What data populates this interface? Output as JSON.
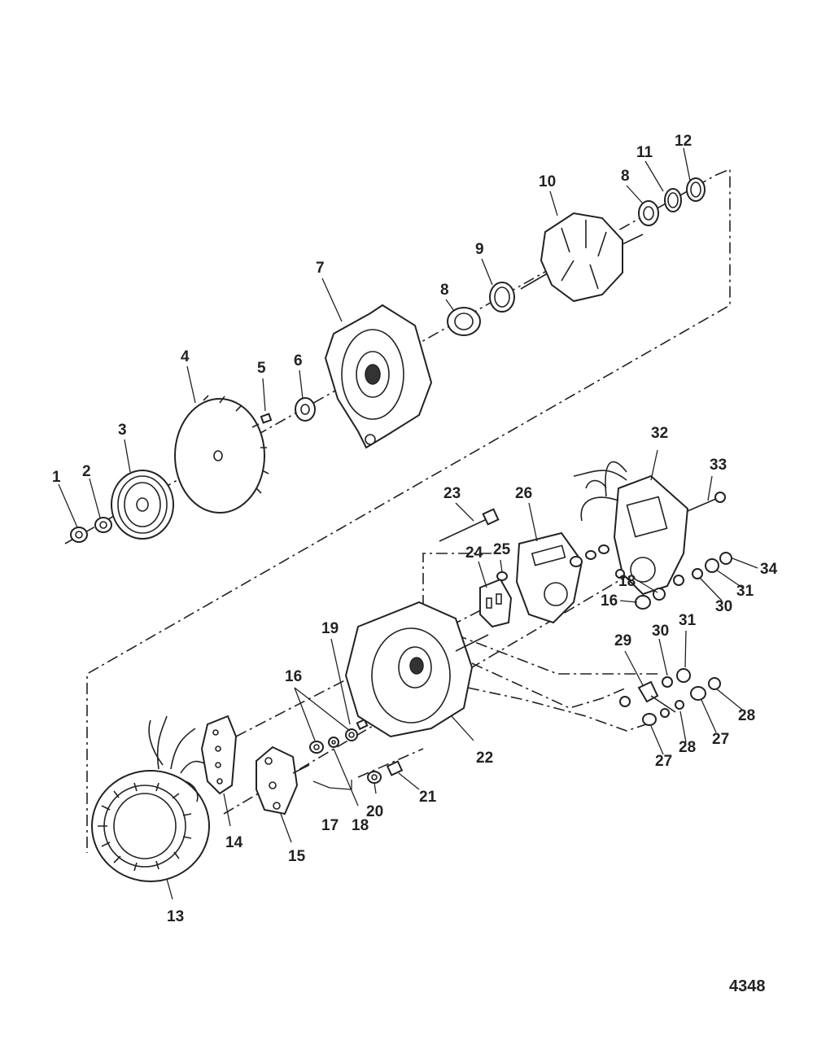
{
  "figure_number": "4348",
  "callouts": [
    {
      "id": "c1",
      "label": "1"
    },
    {
      "id": "c2",
      "label": "2"
    },
    {
      "id": "c3",
      "label": "3"
    },
    {
      "id": "c4",
      "label": "4"
    },
    {
      "id": "c5",
      "label": "5"
    },
    {
      "id": "c6",
      "label": "6"
    },
    {
      "id": "c7",
      "label": "7"
    },
    {
      "id": "c8a",
      "label": "8"
    },
    {
      "id": "c9",
      "label": "9"
    },
    {
      "id": "c10",
      "label": "10"
    },
    {
      "id": "c8b",
      "label": "8"
    },
    {
      "id": "c11",
      "label": "11"
    },
    {
      "id": "c12",
      "label": "12"
    },
    {
      "id": "c13",
      "label": "13"
    },
    {
      "id": "c14",
      "label": "14"
    },
    {
      "id": "c15",
      "label": "15"
    },
    {
      "id": "c16a",
      "label": "16"
    },
    {
      "id": "c17",
      "label": "17"
    },
    {
      "id": "c18a",
      "label": "18"
    },
    {
      "id": "c19",
      "label": "19"
    },
    {
      "id": "c20",
      "label": "20"
    },
    {
      "id": "c21",
      "label": "21"
    },
    {
      "id": "c22",
      "label": "22"
    },
    {
      "id": "c23",
      "label": "23"
    },
    {
      "id": "c24",
      "label": "24"
    },
    {
      "id": "c25",
      "label": "25"
    },
    {
      "id": "c26",
      "label": "26"
    },
    {
      "id": "c32",
      "label": "32"
    },
    {
      "id": "c33",
      "label": "33"
    },
    {
      "id": "c34",
      "label": "34"
    },
    {
      "id": "c31a",
      "label": "31"
    },
    {
      "id": "c30a",
      "label": "30"
    },
    {
      "id": "c18b",
      "label": "18"
    },
    {
      "id": "c16b",
      "label": "16"
    },
    {
      "id": "c31b",
      "label": "31"
    },
    {
      "id": "c30b",
      "label": "30"
    },
    {
      "id": "c29",
      "label": "29"
    },
    {
      "id": "c28a",
      "label": "28"
    },
    {
      "id": "c27a",
      "label": "27"
    },
    {
      "id": "c28b",
      "label": "28"
    },
    {
      "id": "c27b",
      "label": "27"
    }
  ]
}
